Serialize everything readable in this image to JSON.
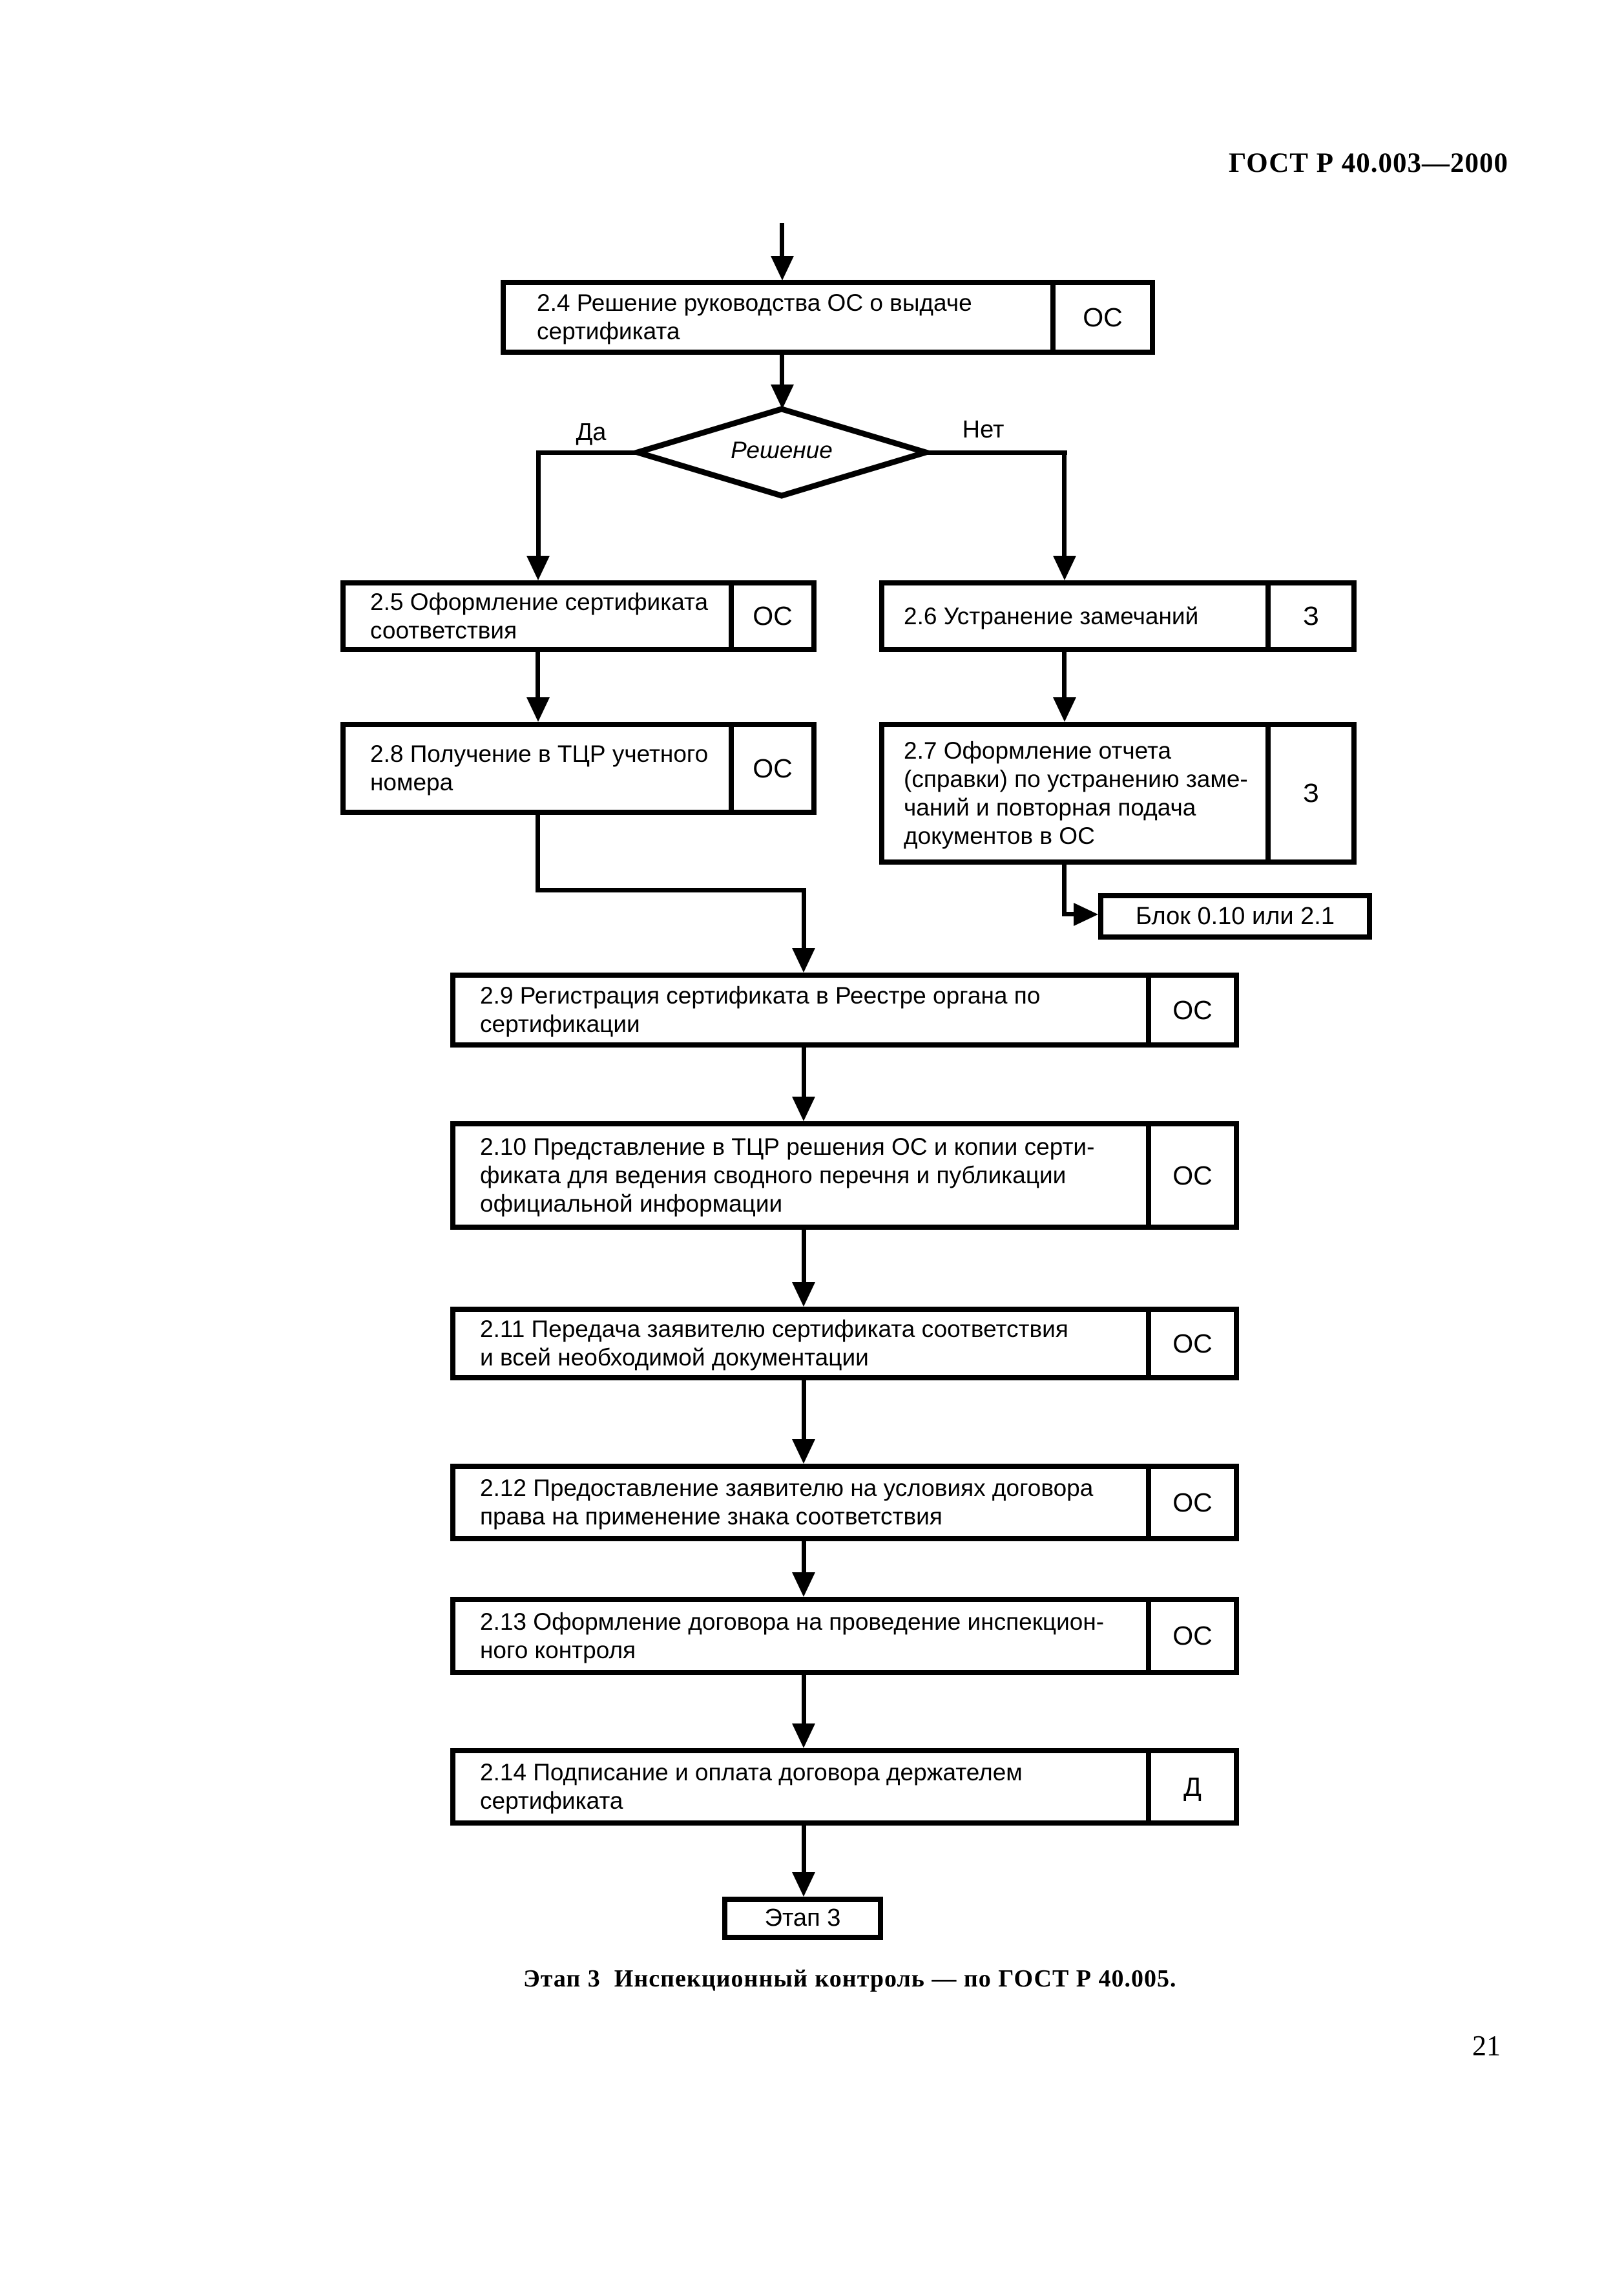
{
  "page": {
    "standard_code": "ГОСТ Р 40.003—2000",
    "page_number": "21",
    "caption": "Этап 3  Инспекционный контроль — по ГОСТ Р 40.005."
  },
  "decision": {
    "label": "Решение",
    "yes": "Да",
    "no": "Нет"
  },
  "boxes": {
    "b2_4": {
      "text": "2.4 Решение руководства ОС о выдаче\nсертификата",
      "executor": "ОС"
    },
    "b2_5": {
      "text": "2.5 Оформление сертификата\nсоответствия",
      "executor": "ОС"
    },
    "b2_6": {
      "text": "2.6 Устранение замечаний",
      "executor": "З"
    },
    "b2_7": {
      "text": "2.7 Оформление отчета\n(справки) по устранению заме-\nчаний и повторная подача\nдокументов в ОС",
      "executor": "З"
    },
    "b2_8": {
      "text": "2.8 Получение в ТЦР учетного\nномера",
      "executor": "ОС"
    },
    "b2_9": {
      "text": "2.9 Регистрация сертификата в Реестре органа по\nсертификации",
      "executor": "ОС"
    },
    "b2_10": {
      "text": "2.10 Представление в ТЦР решения ОС и копии серти-\nфиката для ведения сводного перечня и публикации\nофициальной информации",
      "executor": "ОС"
    },
    "b2_11": {
      "text": "2.11 Передача заявителю сертификата соответствия\nи всей необходимой документации",
      "executor": "ОС"
    },
    "b2_12": {
      "text": "2.12 Предоставление заявителю на условиях договора\nправа на применение знака соответствия",
      "executor": "ОС"
    },
    "b2_13": {
      "text": "2.13 Оформление договора на проведение инспекцион-\nного контроля",
      "executor": "ОС"
    },
    "b2_14": {
      "text": "2.14 Подписание и оплата договора держателем\nсертификата",
      "executor": "Д"
    },
    "block_ref": {
      "text": "Блок 0.10 или 2.1"
    },
    "stage3": {
      "text": "Этап 3"
    }
  }
}
